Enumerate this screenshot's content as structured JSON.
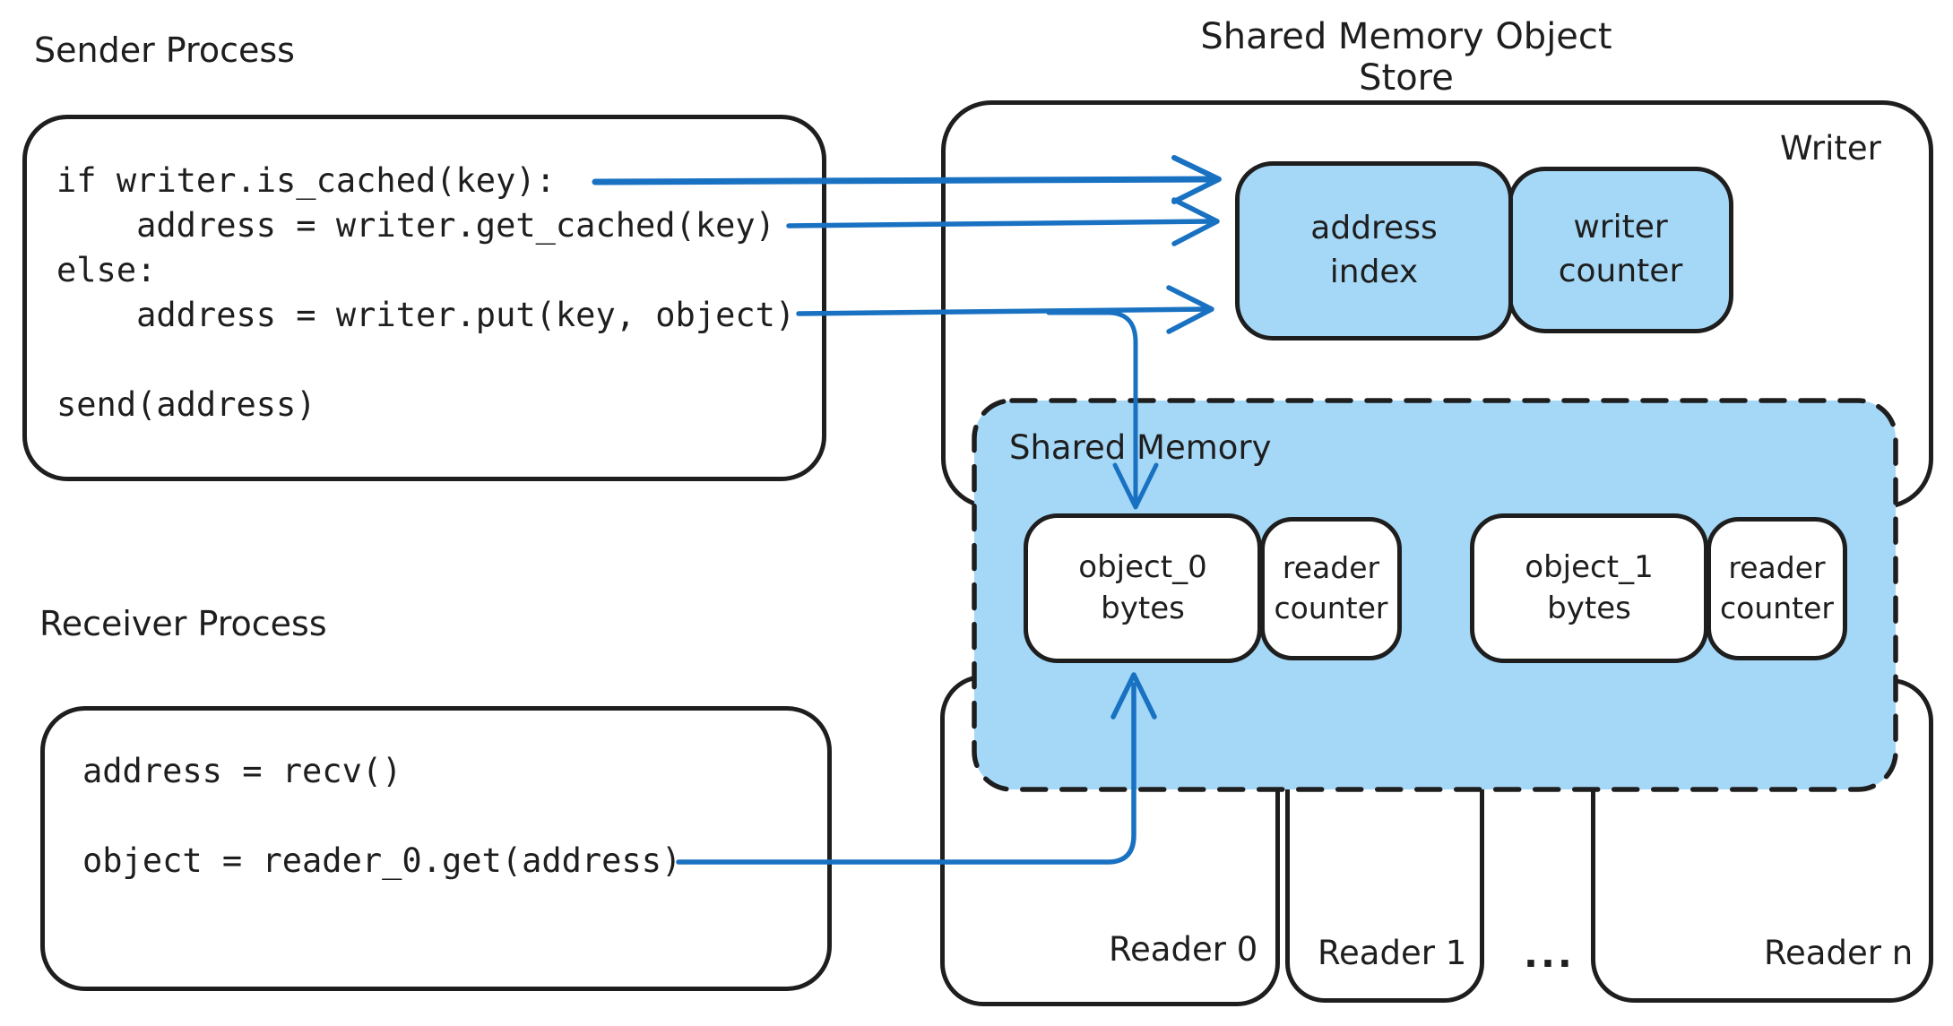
{
  "diagram": {
    "store_title": "Shared Memory Object Store",
    "sender": {
      "label": "Sender Process",
      "code": "if writer.is_cached(key):\n    address = writer.get_cached(key)\nelse:\n    address = writer.put(key, object)\n\nsend(address)"
    },
    "receiver": {
      "label": "Receiver Process",
      "code": "address = recv()\n\nobject = reader_0.get(address)"
    },
    "writer": {
      "label": "Writer",
      "address_index": "address\nindex",
      "writer_counter": "writer\ncounter"
    },
    "shared_memory": {
      "label": "Shared Memory",
      "object0": "object_0\nbytes",
      "reader_counter0": "reader\ncounter",
      "object1": "object_1\nbytes",
      "reader_counter1": "reader\ncounter"
    },
    "readers": {
      "reader0": "Reader 0",
      "reader1": "Reader 1",
      "ellipsis": "...",
      "readern": "Reader n"
    },
    "colors": {
      "fill_blue": "#a5d8f7",
      "arrow_blue": "#1971c2",
      "stroke": "#1e1e1e"
    }
  }
}
